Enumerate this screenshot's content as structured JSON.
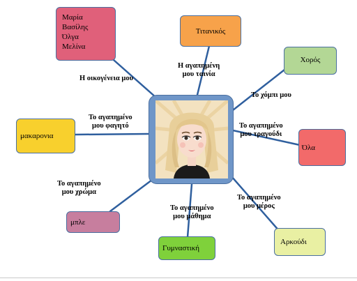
{
  "nodes": {
    "family": {
      "lines": [
        "Μαρία",
        "Βασίλης",
        "Όλγα",
        "Μελίνα"
      ],
      "color": "#e0607a"
    },
    "movie": {
      "text": "Τιτανικός",
      "color": "#f7a24a"
    },
    "dance": {
      "text": "Χορός",
      "color": "#b3d795"
    },
    "song": {
      "text": "Όλα",
      "color": "#f26a6a"
    },
    "food": {
      "text": "μακαρονια",
      "color": "#f8d02d"
    },
    "color_item": {
      "text": "μπλε",
      "color": "#c77e9e"
    },
    "subject": {
      "text": "Γυμναστική",
      "color": "#7fd13b"
    },
    "place": {
      "text": "Αρκούδι",
      "color": "#e9f0a3"
    }
  },
  "labels": {
    "family": "Η οικογένεια μου",
    "movie": [
      "Η αγαπημένη",
      "μου ταινία"
    ],
    "hobby": "Το χόμπι μου",
    "food": [
      "Το αγαπημένο",
      "μου φαγητό"
    ],
    "song": [
      "Το αγαπημένο",
      "μου τραγούδι"
    ],
    "color": [
      "Το αγαπημένο",
      "μου χρώμα"
    ],
    "subject": [
      "Το αγαπημένο",
      "μου μάθημα"
    ],
    "place": [
      "Το αγαπημένο",
      "μου μέρος"
    ]
  },
  "colors": {
    "connector": "#2f5f9e",
    "center_fill": "#6f96c8",
    "portrait_bg": "#f3e2c0",
    "hair": "#e8cf9a"
  }
}
